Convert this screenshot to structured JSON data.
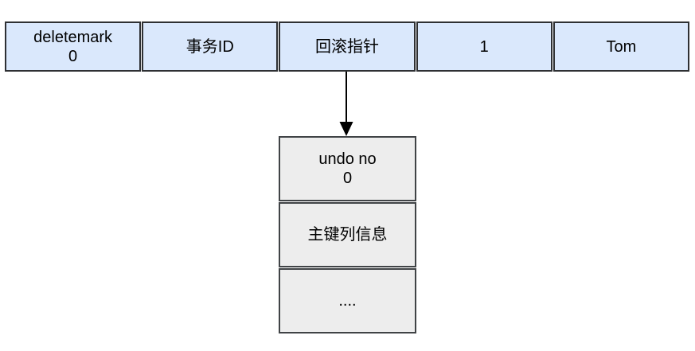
{
  "diagram": {
    "record_row": {
      "cells": [
        {
          "label": "deletemark",
          "sublabel": "0"
        },
        {
          "label": "事务ID"
        },
        {
          "label": "回滚指针"
        },
        {
          "label": "1"
        },
        {
          "label": "Tom"
        }
      ]
    },
    "undo_log": {
      "cells": [
        {
          "label": "undo no",
          "sublabel": "0"
        },
        {
          "label": "主键列信息"
        },
        {
          "label": "...."
        }
      ]
    },
    "connector": {
      "from": "record-cell-rollback-pointer",
      "to": "undo-log-table",
      "direction": "down"
    },
    "colors": {
      "record_fill": "#dae8fc",
      "record_border": "#2e3033",
      "undo_fill": "#ededed",
      "undo_border": "#404346",
      "arrow": "#000000",
      "text": "#000000",
      "background": "#ffffff"
    }
  }
}
